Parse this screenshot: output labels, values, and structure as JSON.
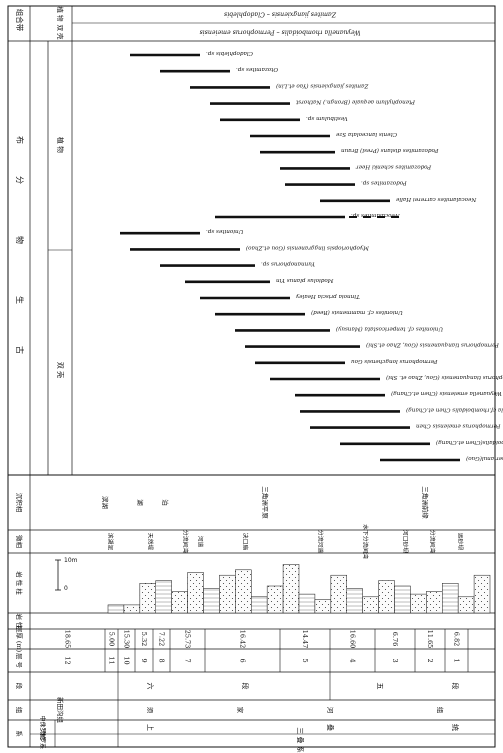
{
  "header": {
    "group_rows": [
      "组合带",
      "双 壳",
      "植 物"
    ],
    "distribution_rows": [
      "古",
      "生",
      "物",
      "分",
      "布"
    ],
    "subgroups": [
      "双 壳",
      "植 物"
    ],
    "bivalve_assemblage": "Weyuanella rhomboidalis – Permophorus emeiensis",
    "plant_assemblage": "Zamites jiangxiensis – Cladophlebis"
  },
  "row_labels": [
    "沉积相",
    "微相",
    "岩 性 柱",
    "岩 性",
    "层厚 (m)",
    "层 号",
    "段",
    "组",
    "统",
    "系",
    "年代地层"
  ],
  "strata": {
    "system_left": "侏罗系",
    "system_right": "三 叠 系",
    "series_left": "中侏罗统",
    "series_left2": "上",
    "series_center": "叠",
    "series_right": "统",
    "formations": [
      "新田沟组",
      "须",
      "家",
      "河",
      "组"
    ],
    "members": [
      "六",
      "段",
      "五",
      "段"
    ]
  },
  "layers": [
    {
      "no": "12",
      "thickness": "18.65"
    },
    {
      "no": "11",
      "thickness": "5.00"
    },
    {
      "no": "10",
      "thickness": "15.30"
    },
    {
      "no": "9",
      "thickness": "5.32"
    },
    {
      "no": "8",
      "thickness": "7.22"
    },
    {
      "no": "7",
      "thickness": "25.73"
    },
    {
      "no": "6",
      "thickness": "16.42"
    },
    {
      "no": "5",
      "thickness": "14.47"
    },
    {
      "no": "4",
      "thickness": "16.60"
    },
    {
      "no": "3",
      "thickness": "6.76"
    },
    {
      "no": "2",
      "thickness": "11.65"
    },
    {
      "no": "1",
      "thickness": "6.82"
    }
  ],
  "scale_label": "10m",
  "scale_zero": "0",
  "microfacies": [
    "滨湖泥",
    "天然堤",
    "分流间湾",
    "河道",
    "决口扇",
    "分流河道",
    "水下分流间湾",
    "河口砂坝",
    "分流间湾",
    "远砂坝"
  ],
  "facies": [
    "滨湖",
    "湖",
    "泊",
    "三角洲平原",
    "三角洲前缘"
  ],
  "bivalves": [
    "Weyuanella humerianul(Guo)",
    "Weyuanella rhomboidalis(Chen et.Chang)",
    "Permophorus emeiensis Chen",
    "Weyuanella cf.rhomboidalis Chen et.Chang)",
    "Weyuanella emeiensis (Chen et.Chang)",
    "Permophorus tianquanensis (Gou, Zhao et. Shi)",
    "Permophorus longchensis Gou",
    "Permophorus tianquanensis (Gou, Zhao et.Shi)",
    "Unionites cf. tenpericostata (Mansuy)",
    "Unionites cf. mammensis (Reed)",
    "Tinnoia priscia Healey",
    "Modiolus planus Yin",
    "Yunnanophorus sp.",
    "Myophoriopsis linggranensis (Gou et.Zhao)",
    "Unionites sp."
  ],
  "plants": [
    "Neocalamites sp.",
    "Neocalamites carrerei Halle",
    "Podozamites sp.",
    "Podozamites schenki Heer",
    "Podozamites distans (Presl) Braun",
    "Ctenis lanceolata Sze",
    "Vestibulum sp.",
    "Ptenophyllum aequale (Brongn.) Nathorst",
    "Zamites jiangxiensis (Yao et.Lin)",
    "Otozamites sp.",
    "Cladophlebis sp."
  ]
}
